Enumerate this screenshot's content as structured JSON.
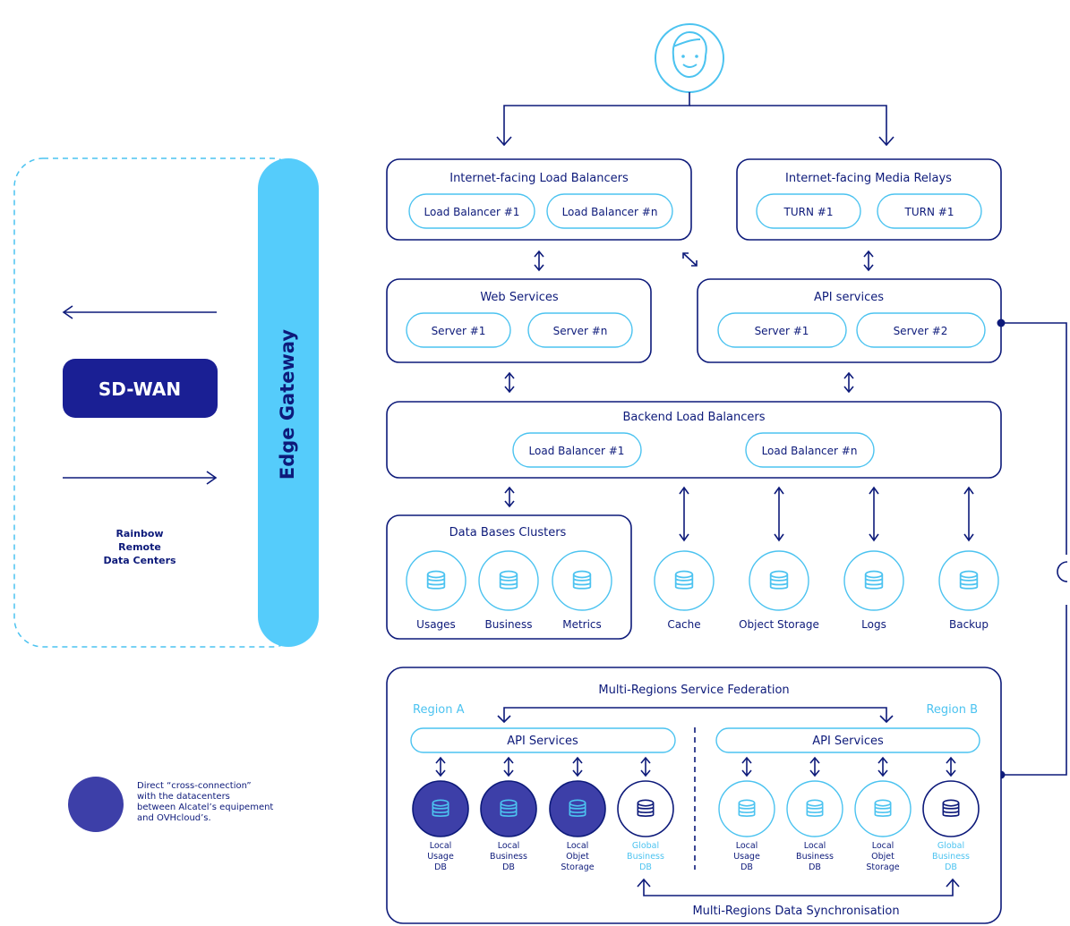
{
  "colors": {
    "navy": "#0d1a7a",
    "light_blue": "#4cc3f0",
    "gateway_fill": "#55ccfb",
    "sdwan_fill": "#1a1f94",
    "local_db_fill": "#3d3fa8"
  },
  "icons": [
    "user-avatar-icon",
    "database-icon",
    "arrow-icon"
  ],
  "left": {
    "gateway_label": "Edge Gateway",
    "sdwan_label": "SD-WAN",
    "remote": [
      "Rainbow",
      "Remote",
      "Data Centers"
    ]
  },
  "legend": {
    "lines": [
      "Direct “cross-connection”",
      "with the datacenters",
      "between Alcatel’s equipement",
      "and OVHcloud’s."
    ]
  },
  "internet_lb": {
    "title": "Internet-facing Load Balancers",
    "items": [
      "Load Balancer #1",
      "Load Balancer #n"
    ]
  },
  "media_relays": {
    "title": "Internet-facing Media Relays",
    "items": [
      "TURN #1",
      "TURN #1"
    ]
  },
  "web_services": {
    "title": "Web Services",
    "items": [
      "Server #1",
      "Server #n"
    ]
  },
  "api_services": {
    "title": "API services",
    "items": [
      "Server #1",
      "Server #2"
    ]
  },
  "backend_lb": {
    "title": "Backend Load Balancers",
    "items": [
      "Load Balancer #1",
      "Load Balancer #n"
    ]
  },
  "db_clusters": {
    "title": "Data Bases Clusters",
    "items": [
      "Usages",
      "Business",
      "Metrics"
    ]
  },
  "storage": [
    "Cache",
    "Object Storage",
    "Logs",
    "Backup"
  ],
  "federation": {
    "title": "Multi-Regions Service Federation",
    "region_a": "Region A",
    "region_b": "Region B",
    "api_label": "API Services",
    "dbs": [
      [
        "Local",
        "Usage",
        "DB"
      ],
      [
        "Local",
        "Business",
        "DB"
      ],
      [
        "Local",
        "Objet",
        "Storage"
      ],
      [
        "Global",
        "Business",
        "DB"
      ]
    ],
    "sync_label": "Multi-Regions Data Synchronisation"
  }
}
